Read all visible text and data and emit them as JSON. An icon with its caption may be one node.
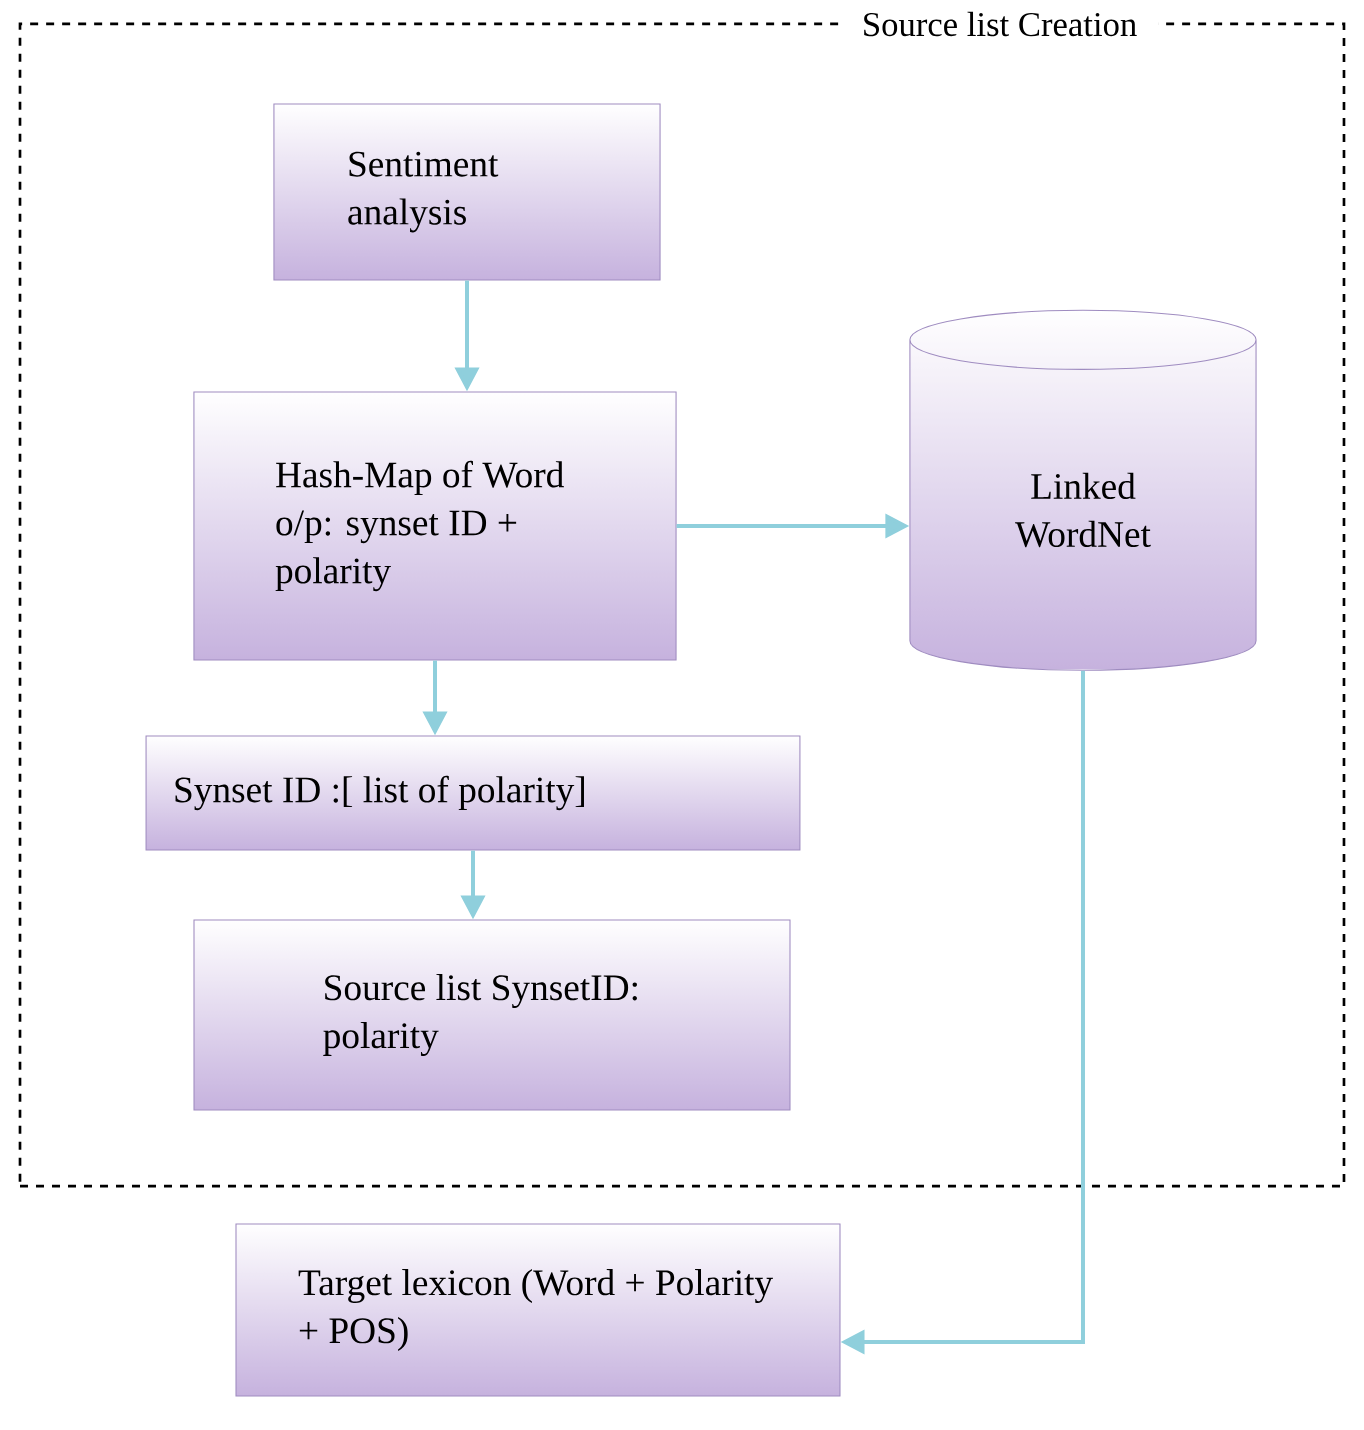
{
  "diagram": {
    "nodes": [
      {
        "text": [
          "Source list Creation"
        ]
      },
      {
        "text": [
          "Sentiment analysis"
        ],
        "in": 0
      },
      {
        "text": [
          "Hash-Map of Word o/p: synset ID + polarity"
        ],
        "in": 0
      },
      {
        "text": [
          "Linked WordNet"
        ],
        "in": 0
      },
      {
        "text": [
          "Synset ID :[ list of polarity]"
        ],
        "in": 0
      },
      {
        "text": [
          "Source list SynsetID: polarity"
        ],
        "in": 0
      },
      {
        "text": [
          "Target lexicon (Word + Polarity + POS)"
        ]
      }
    ],
    "edges": [
      {
        "from": 1,
        "to": 2,
        "arrow": "to"
      },
      {
        "from": 2,
        "to": 3,
        "arrow": "to"
      },
      {
        "from": 2,
        "to": 4,
        "arrow": "to"
      },
      {
        "from": 4,
        "to": 5,
        "arrow": "to"
      },
      {
        "from": 3,
        "to": 6,
        "arrow": "to"
      }
    ]
  }
}
